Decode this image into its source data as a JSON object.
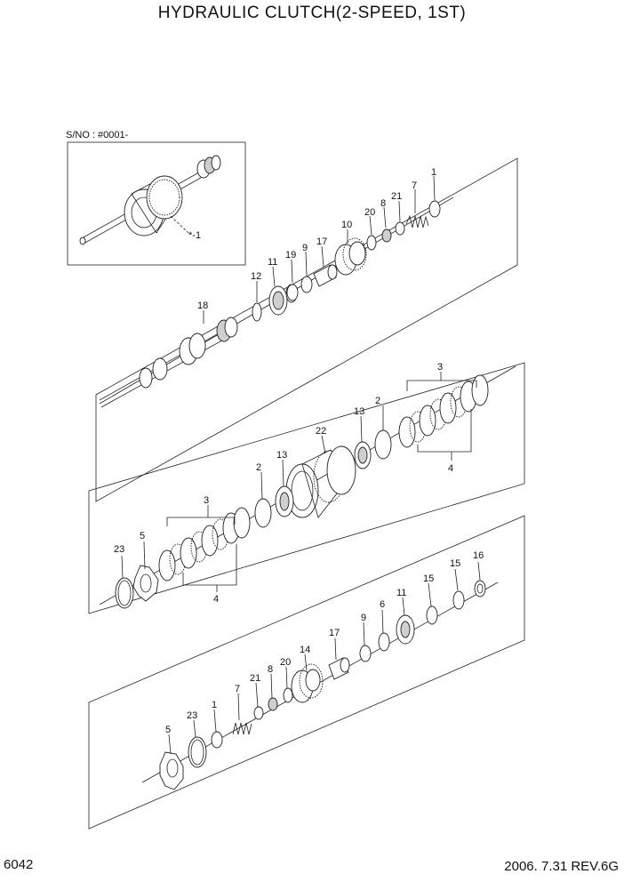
{
  "title": "HYDRAULIC CLUTCH(2-SPEED, 1ST)",
  "page_number": "6042",
  "revision": "2006. 7.31 REV.6G",
  "inset": {
    "serial": "S/NO : #0001-",
    "callout": "*-1"
  },
  "top_panel_labels": [
    "1",
    "7",
    "21",
    "8",
    "20",
    "10",
    "17",
    "9",
    "19",
    "11",
    "12",
    "18"
  ],
  "middle_panel_labels": [
    "3",
    "2",
    "13",
    "4",
    "22",
    "13",
    "2",
    "3",
    "23",
    "5",
    "4"
  ],
  "bottom_panel_labels": [
    "16",
    "15",
    "15",
    "11",
    "6",
    "9",
    "17",
    "14",
    "20",
    "8",
    "21",
    "7",
    "1",
    "23",
    "5"
  ]
}
